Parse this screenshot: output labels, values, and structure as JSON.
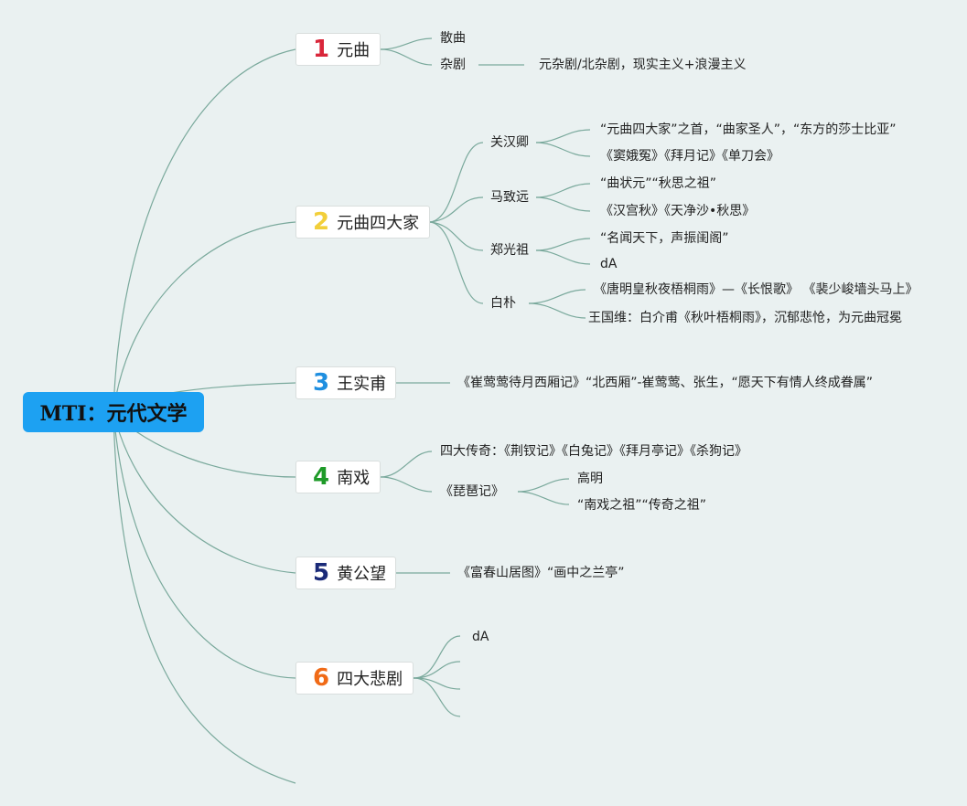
{
  "root": {
    "label": "MTI：元代文学"
  },
  "branches": [
    {
      "num": "1",
      "color": "#d9263a",
      "label": "元曲"
    },
    {
      "num": "2",
      "color": "#f2cf3a",
      "label": "元曲四大家"
    },
    {
      "num": "3",
      "color": "#1f8fe0",
      "label": "王实甫"
    },
    {
      "num": "4",
      "color": "#1e9a28",
      "label": "南戏"
    },
    {
      "num": "5",
      "color": "#1a2a78",
      "label": "黄公望"
    },
    {
      "num": "6",
      "color": "#f06a16",
      "label": "四大悲剧"
    }
  ],
  "yuanqu": {
    "sanqu": "散曲",
    "zaju": "杂剧",
    "zaju_note": "元杂剧/北杂剧，现实主义+浪漫主义"
  },
  "sidajia": {
    "guan": {
      "name": "关汉卿",
      "notes": [
        "“元曲四大家”之首，“曲家圣人”，“东方的莎士比亚”",
        "《窦娥冤》《拜月记》《单刀会》"
      ]
    },
    "ma": {
      "name": "马致远",
      "notes": [
        "“曲状元”“秋思之祖”",
        "《汉宫秋》《天净沙•秋思》"
      ]
    },
    "zheng": {
      "name": "郑光祖",
      "notes": [
        "“名闻天下，声振闺阁”",
        "dA"
      ]
    },
    "bai": {
      "name": "白朴",
      "notes": [
        "《唐明皇秋夜梧桐雨》—《长恨歌》 《裴少峻墙头马上》",
        "王国维：白介甫《秋叶梧桐雨》，沉郁悲怆，为元曲冠冕"
      ]
    }
  },
  "wangshifu": {
    "note": "《崔莺莺待月西厢记》“北西厢”-崔莺莺、张生，“愿天下有情人终成眷属”"
  },
  "nanxi": {
    "sida": "四大传奇：《荆钗记》《白兔记》《拜月亭记》《杀狗记》",
    "pipa": "《琵琶记》",
    "pipa_notes": [
      "高明",
      "“南戏之祖”“传奇之祖”"
    ]
  },
  "huang": {
    "note": "《富春山居图》“画中之兰亭”"
  },
  "beiju": {
    "first": "dA"
  }
}
